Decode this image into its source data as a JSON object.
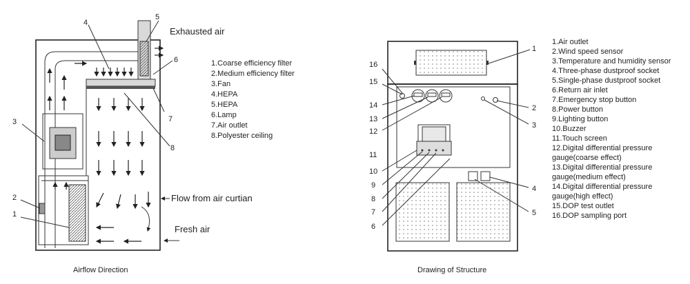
{
  "left": {
    "caption": "Airflow Direction",
    "callouts": {
      "exhausted": "Exhausted air",
      "curtain": "Flow from air curtian",
      "fresh": "Fresh air"
    },
    "markers": [
      "1",
      "2",
      "3",
      "4",
      "5",
      "6",
      "7",
      "8"
    ],
    "legend": [
      "1.Coarse efficiency filter",
      "2.Medium efficiency filter",
      "3.Fan",
      "4.HEPA",
      "5.HEPA",
      "6.Lamp",
      "7.Air outlet",
      "8.Polyester ceiling"
    ]
  },
  "right": {
    "caption": "Drawing of Structure",
    "markers_left": [
      "16",
      "15",
      "14",
      "13",
      "12",
      "11",
      "10",
      "9",
      "8",
      "7",
      "6"
    ],
    "markers_right": [
      "1",
      "2",
      "3",
      "4",
      "5"
    ],
    "legend": [
      "1.Air outlet",
      "2.Wind speed sensor",
      "3.Temperature and humidity sensor",
      "4.Three-phase dustproof socket",
      "5.Single-phase dustproof socket",
      "6.Return air inlet",
      "7.Emergency stop button",
      "8.Power button",
      "9.Lighting button",
      "10.Buzzer",
      "11.Touch screen",
      "12.Digital differential pressure",
      "gauge(coarse effect)",
      "13.Digital differential pressure",
      "gauge(medium effect)",
      "14.Digital differential pressure",
      "gauge(high effect)",
      "15.DOP test outlet",
      "16.DOP sampling port"
    ]
  }
}
